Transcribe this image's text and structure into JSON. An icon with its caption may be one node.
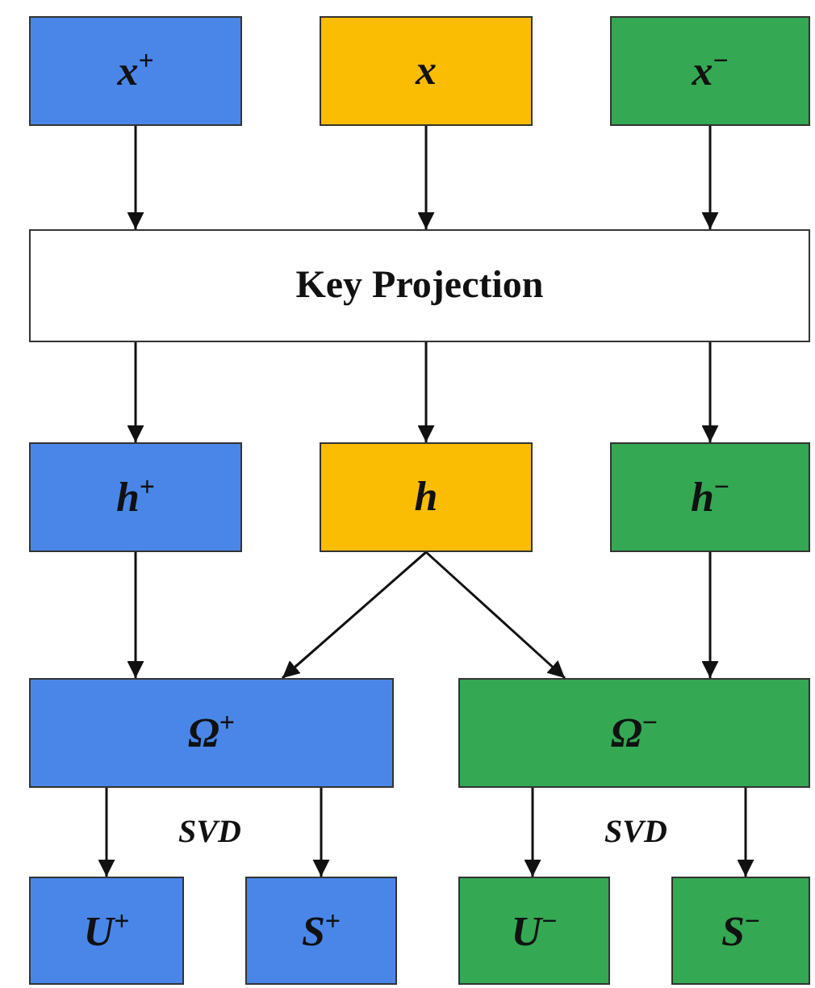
{
  "diagram": {
    "nodes": [
      {
        "text": [
          "x$^{+}$"
        ]
      },
      {
        "text": [
          "x"
        ]
      },
      {
        "text": [
          "x$^{−}$"
        ]
      },
      {
        "text": [
          "Key Projection"
        ]
      },
      {
        "text": [
          "h$^{+}$"
        ]
      },
      {
        "text": [
          "h"
        ]
      },
      {
        "text": [
          "h$^{−}$"
        ]
      },
      {
        "text": [
          "Ω$^{+}$"
        ]
      },
      {
        "text": [
          "Ω$^{−}$"
        ]
      },
      {
        "text": [
          "U$^{+}$"
        ]
      },
      {
        "text": [
          "S$^{+}$"
        ]
      },
      {
        "text": [
          "U$^{−}$"
        ]
      },
      {
        "text": [
          "S$^{−}$"
        ]
      }
    ],
    "edges": [
      {
        "from": 0,
        "to": 3,
        "arrow": "to"
      },
      {
        "from": 1,
        "to": 3,
        "arrow": "to"
      },
      {
        "from": 2,
        "to": 3,
        "arrow": "to"
      },
      {
        "from": 3,
        "to": 4,
        "arrow": "to"
      },
      {
        "from": 3,
        "to": 5,
        "arrow": "to"
      },
      {
        "from": 3,
        "to": 6,
        "arrow": "to"
      },
      {
        "from": 4,
        "to": 7,
        "arrow": "to"
      },
      {
        "from": 5,
        "to": 7,
        "arrow": "to"
      },
      {
        "from": 5,
        "to": 8,
        "arrow": "to"
      },
      {
        "from": 6,
        "to": 8,
        "arrow": "to"
      },
      {
        "from": 7,
        "to": 9,
        "arrow": "to"
      },
      {
        "from": 7,
        "to": 10,
        "arrow": "to"
      },
      {
        "from": 8,
        "to": 11,
        "arrow": "to"
      },
      {
        "from": 8,
        "to": 12,
        "arrow": "to"
      }
    ],
    "labels": [
      "SVD",
      "SVD"
    ]
  }
}
